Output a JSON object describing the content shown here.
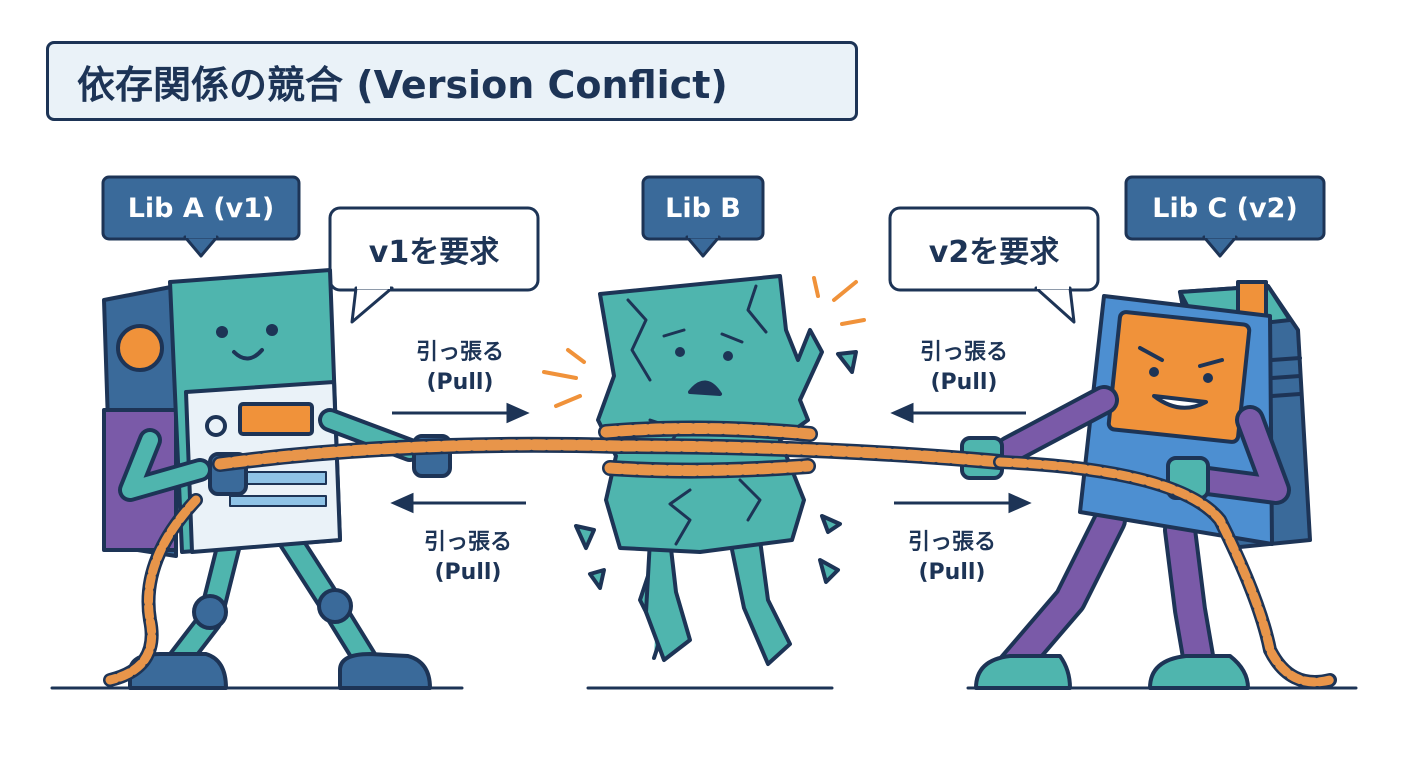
{
  "title": "依存関係の競合 (Version Conflict)",
  "libraries": [
    {
      "name": "Lib A (v1)",
      "request": "v1を要求"
    },
    {
      "name": "Lib B"
    },
    {
      "name": "Lib C (v2)",
      "request": "v2を要求"
    }
  ],
  "pull_label": {
    "jp": "引っ張る",
    "en": "(Pull)"
  },
  "colors": {
    "navy": "#1d3456",
    "label_blue": "#3a6a9a",
    "teal": "#4fb5ae",
    "purple": "#7a5aa8",
    "orange": "#f0923a",
    "blue_robot": "#4d8fd1",
    "rope": "#e8954a"
  },
  "icons": [
    "robot-a-icon",
    "broken-robot-b-icon",
    "robot-c-icon",
    "rope-icon",
    "arrow-right-icon",
    "arrow-left-icon",
    "crack-spark-icon"
  ]
}
